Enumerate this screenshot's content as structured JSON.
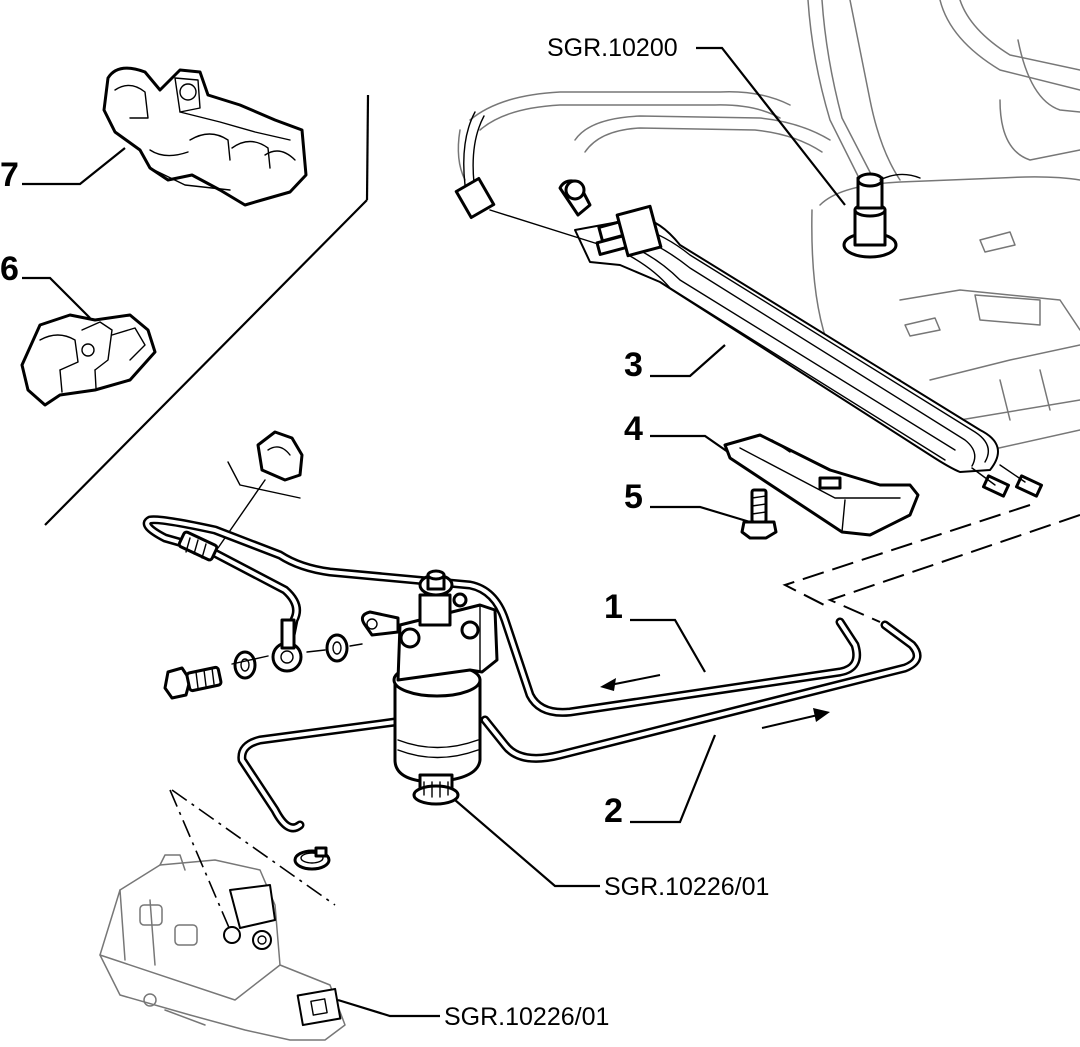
{
  "labels": {
    "item_1": "1",
    "item_2": "2",
    "item_3": "3",
    "item_4": "4",
    "item_5": "5",
    "item_6": "6",
    "item_7": "7",
    "ref_tank": "SGR.10200",
    "ref_filter": "SGR.10226/01",
    "ref_pump": "SGR.10226/01"
  }
}
